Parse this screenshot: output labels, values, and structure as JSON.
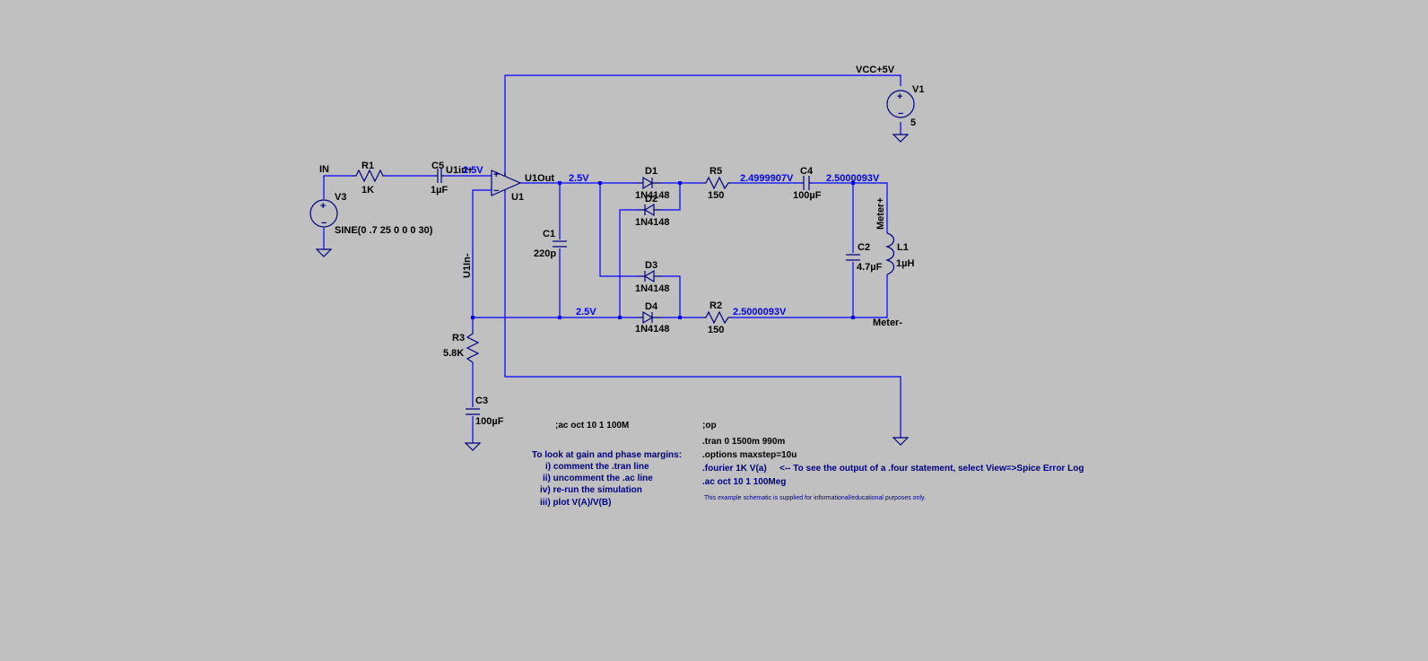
{
  "schematic": {
    "net_labels": {
      "in": "IN",
      "vcc": "VCC+5V",
      "u1in_plus": "U1in+",
      "u1in_minus": "U1In-",
      "u1out": "U1Out",
      "meter_plus": "Meter+",
      "meter_minus": "Meter-"
    },
    "components": {
      "r1": {
        "name": "R1",
        "value": "1K"
      },
      "c5": {
        "name": "C5",
        "value": "1µF"
      },
      "v3": {
        "name": "V3",
        "value": "SINE(0 .7 25 0 0 0 30)"
      },
      "u1": {
        "name": "U1"
      },
      "v1": {
        "name": "V1",
        "value": "5"
      },
      "c1": {
        "name": "C1",
        "value": "220p"
      },
      "d1": {
        "name": "D1",
        "value": "1N4148"
      },
      "d2": {
        "name": "D2",
        "value": "1N4148"
      },
      "d3": {
        "name": "D3",
        "value": "1N4148"
      },
      "d4": {
        "name": "D4",
        "value": "1N4148"
      },
      "r5": {
        "name": "R5",
        "value": "150"
      },
      "r2": {
        "name": "R2",
        "value": "150"
      },
      "c4": {
        "name": "C4",
        "value": "100µF"
      },
      "c2": {
        "name": "C2",
        "value": "4.7µF"
      },
      "l1": {
        "name": "L1",
        "value": "1µH"
      },
      "r3": {
        "name": "R3",
        "value": "5.8K"
      },
      "c3": {
        "name": "C3",
        "value": "100µF"
      }
    },
    "voltages": {
      "u1in_plus": "2.5V",
      "u1out": "2.5V",
      "r5_c4": "2.4999907V",
      "meter_plus_node": "2.5000093V",
      "u1in_minus_node": "2.5V",
      "r2_meter_minus": "2.5000093V"
    },
    "directives": {
      "ac_commented": ";ac oct 10 1 100M",
      "op": ";op",
      "tran": ".tran 0 1500m 990m",
      "options": ".options maxstep=10u",
      "fourier": ".fourier 1K V(a)",
      "fourier_note": "<-- To see the output of a .four statement, select View=>Spice Error Log",
      "ac": ".ac oct 10 1 100Meg"
    },
    "notes": {
      "gain_title": "To look at gain and phase margins:",
      "step1": "i) comment the .tran line",
      "step2": "ii) uncomment the .ac line",
      "step3": "iv) re-run the simulation",
      "step4": "iii) plot V(A)/V(B)",
      "disclaimer": "This example schematic is supplied for informational/educational purposes only."
    }
  }
}
